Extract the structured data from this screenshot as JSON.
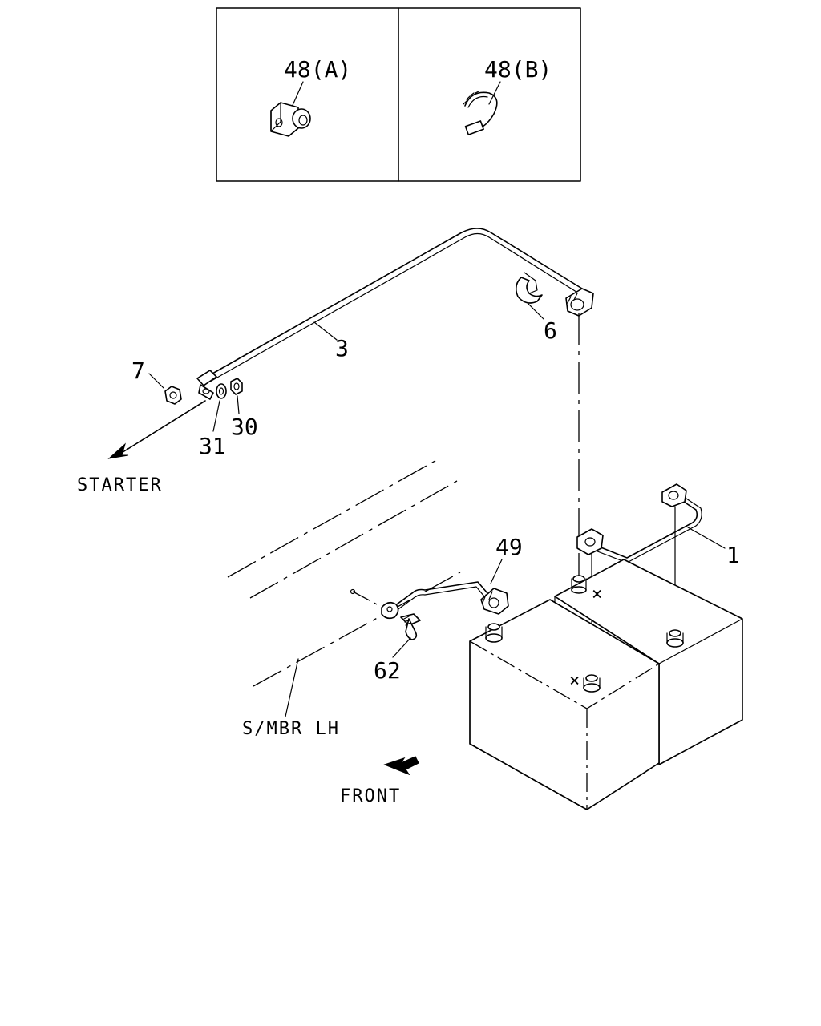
{
  "inset": {
    "left_label": "48(A)",
    "right_label": "48(B)"
  },
  "callouts": {
    "p1": "1",
    "p3": "3",
    "p6": "6",
    "p7": "7",
    "p30": "30",
    "p31": "31",
    "p49": "49",
    "p62": "62"
  },
  "annotations": {
    "starter": "STARTER",
    "side_member": "S/MBR LH",
    "front": "FRONT"
  }
}
